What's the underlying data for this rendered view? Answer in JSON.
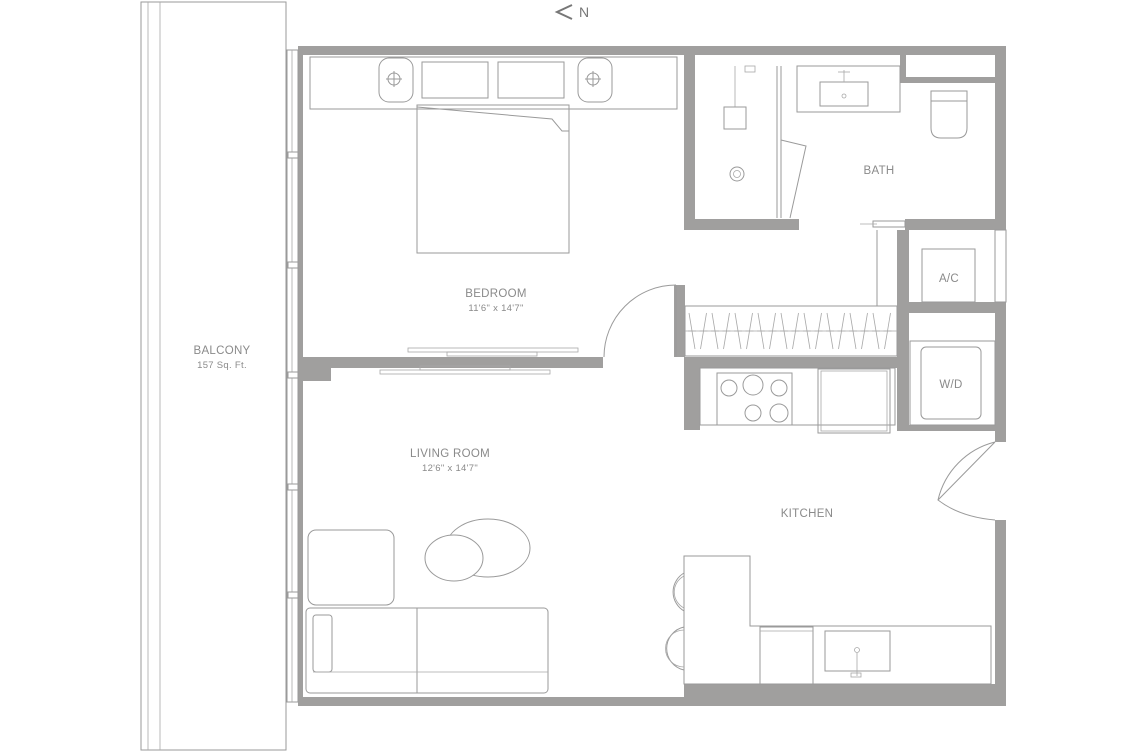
{
  "north": {
    "label": "N"
  },
  "rooms": {
    "balcony": {
      "name": "BALCONY",
      "size": "157 Sq. Ft."
    },
    "bedroom": {
      "name": "BEDROOM",
      "size": "11'6\" x 14'7\""
    },
    "living_room": {
      "name": "LIVING ROOM",
      "size": "12'6\" x 14'7\""
    },
    "kitchen": {
      "name": "KITCHEN"
    },
    "bath": {
      "name": "BATH"
    },
    "ac": {
      "name": "A/C"
    },
    "wd": {
      "name": "W/D"
    }
  },
  "colors": {
    "wall": "#a09f9e",
    "line": "#9a9a9a",
    "label": "#8a8a8a"
  }
}
